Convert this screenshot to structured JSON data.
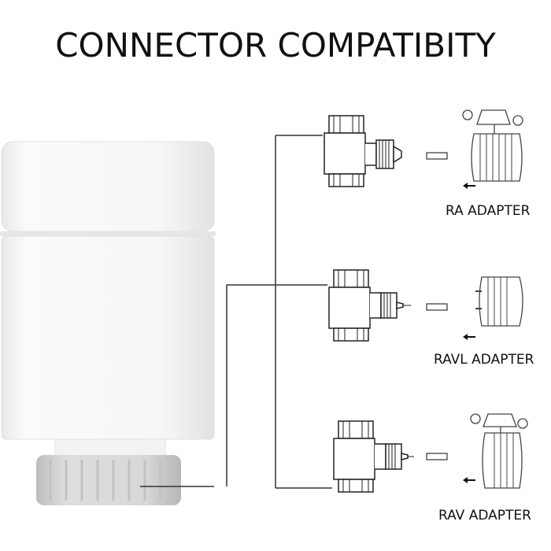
{
  "title": "CONNECTOR COMPATIBITY",
  "adapters": [
    {
      "label": "RA ADAPTER"
    },
    {
      "label": "RAVL ADAPTER"
    },
    {
      "label": "RAV ADAPTER"
    }
  ],
  "colors": {
    "text": "#111111",
    "line": "#333333",
    "thermostat_body": "#f6f6f6",
    "thermostat_nut": "#d4d4d4"
  },
  "icons": [
    "thermostat-head",
    "valve-body-icon",
    "adapter-pin-icon",
    "arrow-left-icon",
    "ra-adapter-icon",
    "ravl-adapter-icon",
    "rav-adapter-icon"
  ]
}
